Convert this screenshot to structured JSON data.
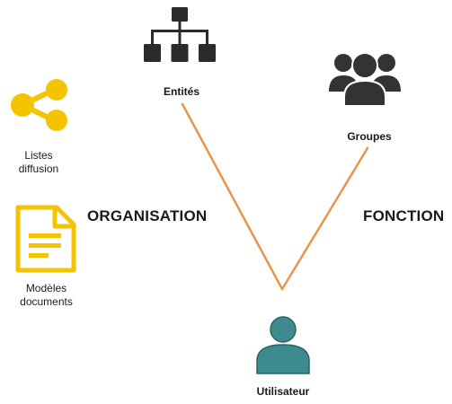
{
  "nodes": {
    "entites": {
      "label": "Entités"
    },
    "groupes": {
      "label": "Groupes"
    },
    "utilisateur": {
      "label": "Utilisateur"
    },
    "listes_diffusion": {
      "label": "Listes\ndiffusion"
    },
    "modeles_documents": {
      "label": "Modèles\ndocuments"
    }
  },
  "headings": {
    "organisation": "ORGANISATION",
    "fonction": "FONCTION"
  },
  "colors": {
    "connector": "#e8954a",
    "hierarchy_icon": "#2b2b2b",
    "groups_icon": "#333333",
    "user_icon": "#3d8b8f",
    "share_icon": "#f5c400",
    "document_icon": "#f5c400"
  },
  "icons": {
    "entites": "org-chart-icon",
    "groupes": "group-icon",
    "utilisateur": "user-icon",
    "listes_diffusion": "share-icon",
    "modeles_documents": "document-icon"
  }
}
